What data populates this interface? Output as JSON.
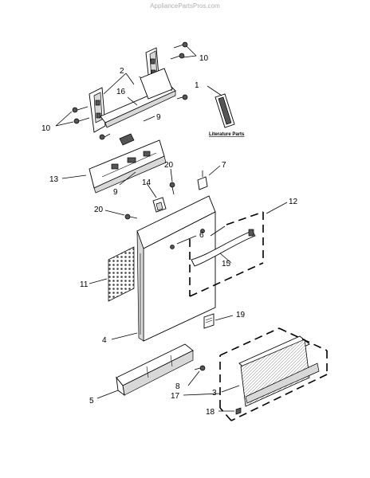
{
  "watermark": "AppliancePartsPros.com",
  "literature_label": "Literature Parts",
  "callouts": {
    "c1": "1",
    "c2": "2",
    "c3": "3",
    "c4": "4",
    "c5": "5",
    "c6": "6",
    "c7": "7",
    "c8": "8",
    "c9a": "9",
    "c9b": "9",
    "c10a": "10",
    "c10b": "10",
    "c11": "11",
    "c12": "12",
    "c13": "13",
    "c14": "14",
    "c15": "15",
    "c16": "16",
    "c17": "17",
    "c18": "18",
    "c19": "19",
    "c20a": "20",
    "c20b": "20"
  }
}
